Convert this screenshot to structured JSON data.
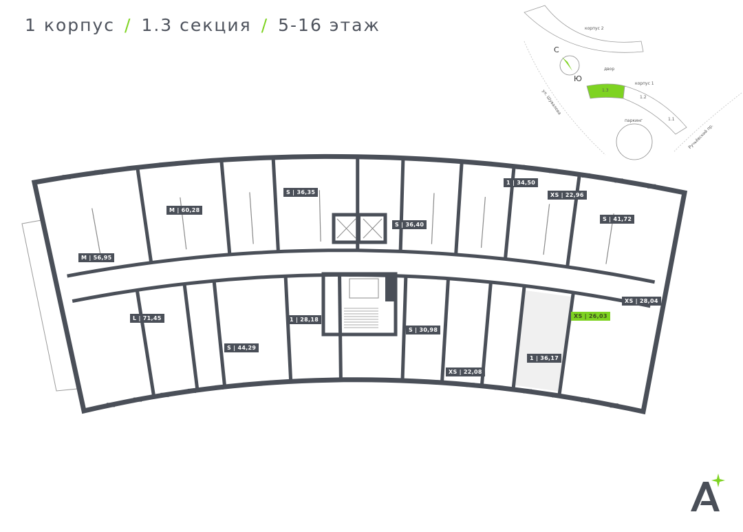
{
  "header": {
    "building": "1 корпус",
    "section": "1.3 секция",
    "floors": "5-16 этаж",
    "separator": "/"
  },
  "minimap": {
    "building2": "корпус 2",
    "building1": "корпус 1",
    "yard": "двор",
    "parking": "паркинг",
    "street_left": "ул. Шувалова",
    "street_right": "Ручьёвский пр.",
    "compass_north": "С",
    "compass_south": "Ю",
    "sections": [
      {
        "label": "1.3",
        "selected": true
      },
      {
        "label": "1.2",
        "selected": false
      },
      {
        "label": "1.1",
        "selected": false
      }
    ]
  },
  "apartments": [
    {
      "label": "M | 60,28"
    },
    {
      "label": "S | 36,35"
    },
    {
      "label": "1 | 34,50"
    },
    {
      "label": "XS | 22,96"
    },
    {
      "label": "S | 41,72"
    },
    {
      "label": "S | 36,40"
    },
    {
      "label": "M | 56,95"
    },
    {
      "label": "L | 71,45"
    },
    {
      "label": "1 | 28,18"
    },
    {
      "label": "S | 44,29"
    },
    {
      "label": "S | 30,98"
    },
    {
      "label": "XS | 22,08"
    },
    {
      "label": "1 | 36,17"
    },
    {
      "label": "XS | 26,03",
      "selected": true
    },
    {
      "label": "XS | 28,04"
    }
  ],
  "colors": {
    "accent": "#7ed321",
    "wall": "#4a4f58",
    "selected_fill": "#f0f0f0"
  }
}
